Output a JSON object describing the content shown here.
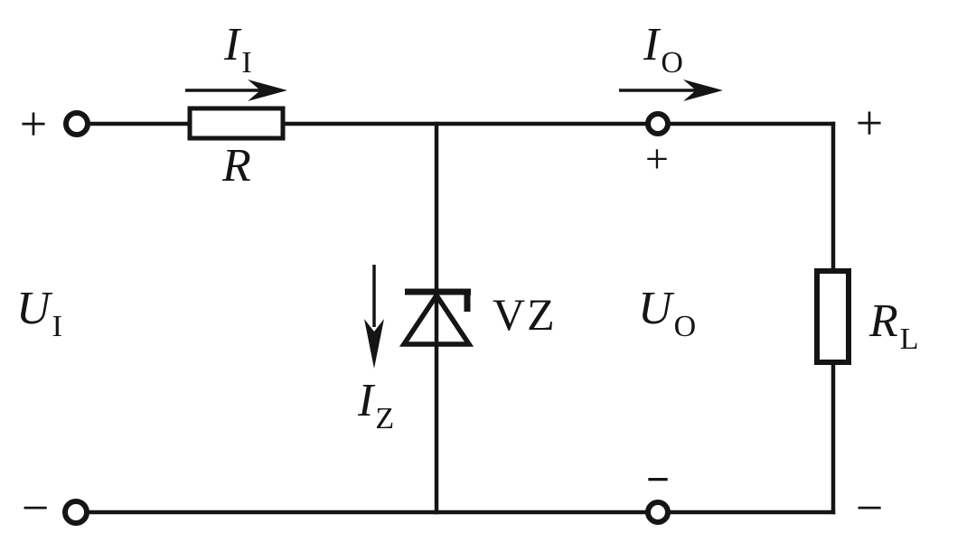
{
  "colors": {
    "background": "#ffffff",
    "ink": "#151515"
  },
  "labels": {
    "input_plus": "+",
    "input_minus": "−",
    "input_voltage_base": "U",
    "input_voltage_sub": "I",
    "input_current_base": "I",
    "input_current_sub": "I",
    "series_resistor": "R",
    "zener_name": "VZ",
    "zener_current_base": "I",
    "zener_current_sub": "Z",
    "output_current_base": "I",
    "output_current_sub": "O",
    "output_plus": "+",
    "output_minus": "−",
    "output_voltage_base": "U",
    "output_voltage_sub": "O",
    "load_plus": "+",
    "load_minus": "−",
    "load_resistor_base": "R",
    "load_resistor_sub": "L"
  }
}
